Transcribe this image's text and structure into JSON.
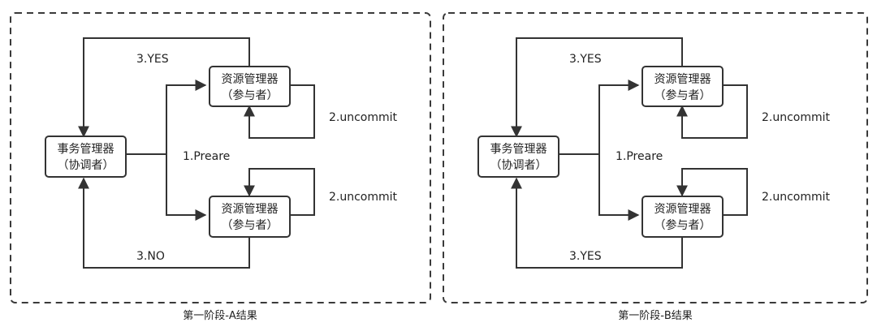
{
  "colors": {
    "yes": "#e02020",
    "no": "#2e9e3a",
    "line": "#333333"
  },
  "panels": [
    {
      "caption": "第一阶段-A结果",
      "coordinator": {
        "line1": "事务管理器",
        "line2": "（协调者）"
      },
      "participant_top": {
        "line1": "资源管理器",
        "line2": "（参与者）"
      },
      "participant_bottom": {
        "line1": "资源管理器",
        "line2": "（参与者）"
      },
      "prepare_label": "1.Preare",
      "uncommit_top_label": "2.uncommit",
      "uncommit_bottom_label": "2.uncommit",
      "top_reply_label": "3.YES",
      "bottom_reply_label": "3.NO"
    },
    {
      "caption": "第一阶段-B结果",
      "coordinator": {
        "line1": "事务管理器",
        "line2": "（协调者）"
      },
      "participant_top": {
        "line1": "资源管理器",
        "line2": "（参与者）"
      },
      "participant_bottom": {
        "line1": "资源管理器",
        "line2": "（参与者）"
      },
      "prepare_label": "1.Preare",
      "uncommit_top_label": "2.uncommit",
      "uncommit_bottom_label": "2.uncommit",
      "top_reply_label": "3.YES",
      "bottom_reply_label": "3.YES"
    }
  ]
}
